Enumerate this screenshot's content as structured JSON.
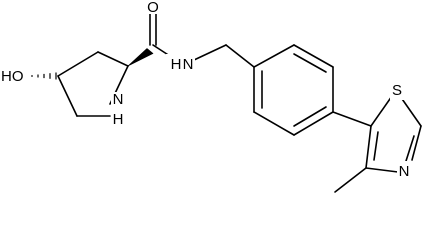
{
  "molecule": {
    "atoms": {
      "hydroxyl": "HO",
      "ring_nitrogen": "N",
      "ring_nitrogen_h": "H",
      "carbonyl_oxygen": "O",
      "amide_nitrogen": "N",
      "amide_nitrogen_h": "H",
      "thiazole_sulfur": "S",
      "thiazole_nitrogen": "N"
    }
  }
}
